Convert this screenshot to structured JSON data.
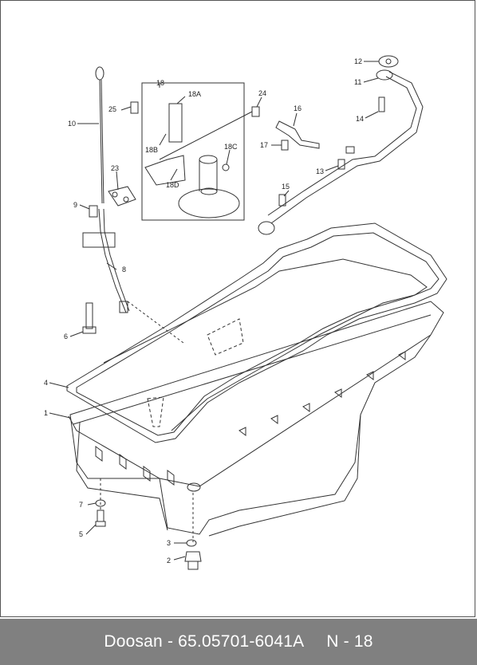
{
  "callouts": {
    "c1": "1",
    "c2": "2",
    "c3": "3",
    "c4": "4",
    "c5": "5",
    "c6": "6",
    "c7": "7",
    "c8": "8",
    "c9": "9",
    "c10": "10",
    "c11": "11",
    "c12": "12",
    "c13": "13",
    "c14": "14",
    "c15": "15",
    "c16": "16",
    "c17": "17",
    "c18": "18",
    "c18A": "18A",
    "c18B": "18B",
    "c18C": "18C",
    "c18D": "18D",
    "c23": "23",
    "c24": "24",
    "c25": "25"
  },
  "footer": {
    "brand_part": "Doosan - 65.05701-6041A",
    "page": "N - 18"
  }
}
